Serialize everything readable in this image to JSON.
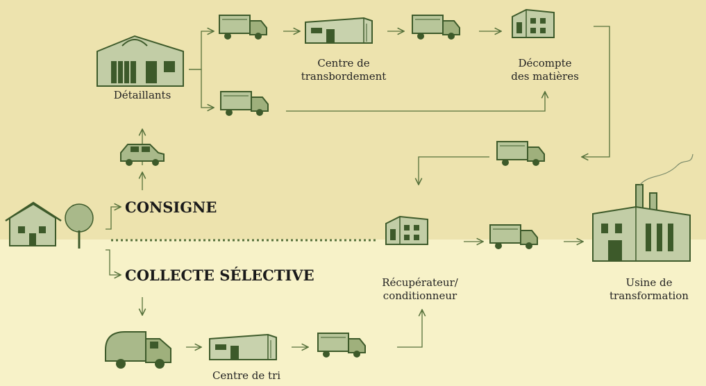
{
  "headings": {
    "consigne": "CONSIGNE",
    "collecte": "COLLECTE SÉLECTIVE"
  },
  "labels": {
    "detaillants": "Détaillants",
    "centre_transbordement_line1": "Centre de",
    "centre_transbordement_line2": "transbordement",
    "decompte_line1": "Décompte",
    "decompte_line2": "des matières",
    "recuperateur_line1": "Récupérateur/",
    "recuperateur_line2": "conditionneur",
    "usine_line1": "Usine de",
    "usine_line2": "transformation",
    "centre_tri": "Centre de tri"
  },
  "colors": {
    "top_band": "#ede3ae",
    "bottom_band": "#f7f2c8",
    "arrow": "#55703a",
    "sketch": "#3d5a2a",
    "sketch_fill": "#a9b98a"
  },
  "icons": [
    "house-icon",
    "store-icon",
    "car-icon",
    "truck-icon",
    "warehouse-icon",
    "building-icon",
    "garbage-truck-icon",
    "factory-icon"
  ]
}
